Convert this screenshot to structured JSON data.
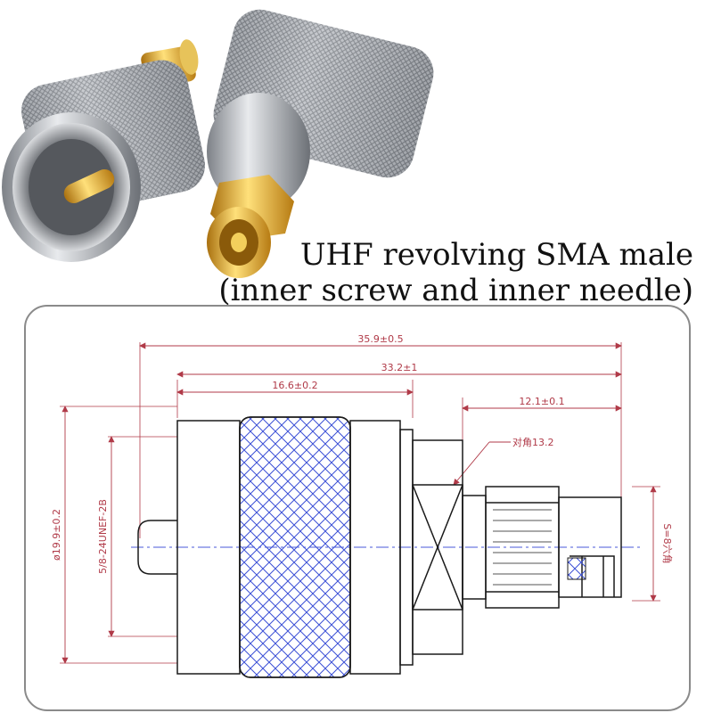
{
  "caption": {
    "line1": "UHF revolving SMA male",
    "line2": "(inner screw and inner needle)"
  },
  "drawing": {
    "dims": {
      "total_length": "35.9±0.5",
      "body_length": "33.2±1",
      "uhf_length": "16.6±0.2",
      "sma_length": "12.1±0.1",
      "hex_note": "对角13.2",
      "diameter": "ø19.9±0.2",
      "thread": "5/8-24UNEF-2B",
      "sma_hex": "S=8六角"
    }
  },
  "colors": {
    "dimension_line": "#b03a48",
    "outline": "#1a1a1a",
    "knurl": "#3b4fd6",
    "centerline": "#4a5ad8"
  }
}
